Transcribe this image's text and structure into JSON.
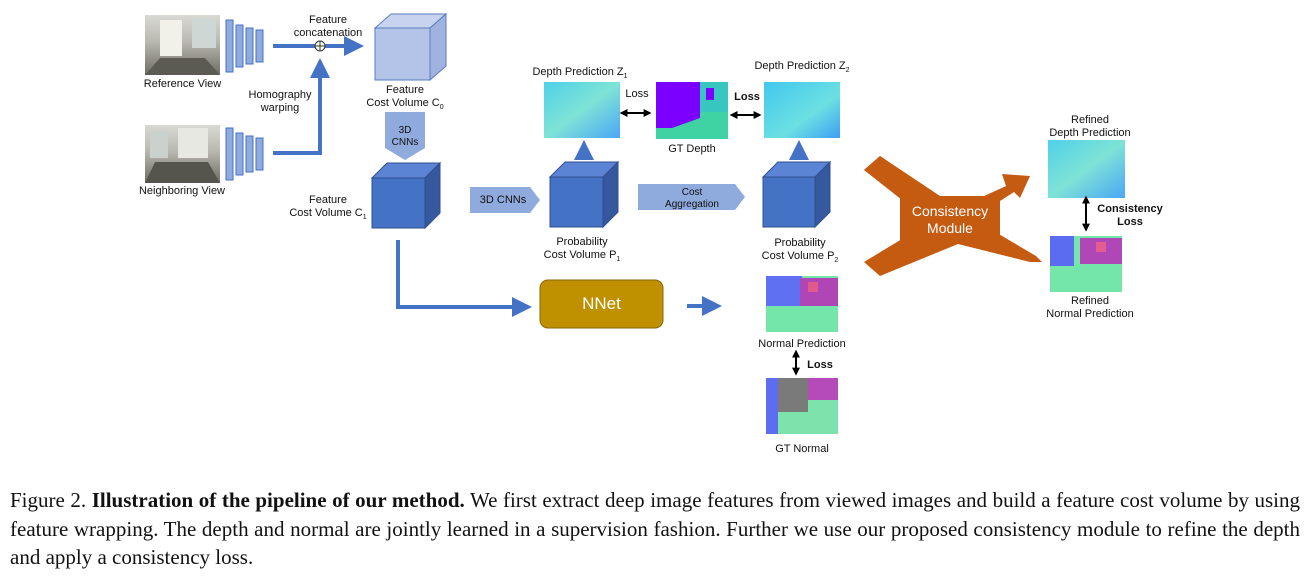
{
  "figure": {
    "inputs": {
      "reference_view": "Reference View",
      "neighboring_view": "Neighboring View",
      "feature_concatenation": "Feature concatenation",
      "feature_concatenation_l1": "Feature",
      "feature_concatenation_l2": "concatenation",
      "homography_l1": "Homography",
      "homography_l2": "warping"
    },
    "cost_volume_c0": {
      "line1": "Feature",
      "line2": "Cost Volume C",
      "sub": "0"
    },
    "cnn_down": {
      "line1": "3D",
      "line2": "CNNs"
    },
    "cost_volume_c1": {
      "line1": "Feature",
      "line2": "Cost Volume C",
      "sub": "1"
    },
    "cnn_right": "3D CNNs",
    "prob_p1": {
      "line1": "Probability",
      "line2": "Cost Volume P",
      "sub": "1"
    },
    "cost_aggregation": {
      "line1": "Cost",
      "line2": "Aggregation"
    },
    "prob_p2": {
      "line1": "Probability",
      "line2": "Cost Volume P",
      "sub": "2"
    },
    "depth_z1": {
      "text": "Depth Prediction Z",
      "sub": "1"
    },
    "depth_z2": {
      "text": "Depth Prediction Z",
      "sub": "2"
    },
    "loss_1": "Loss",
    "loss_2": "Loss",
    "gt_depth": "GT Depth",
    "consistency_module": {
      "line1": "Consistency",
      "line2": "Module"
    },
    "refined_depth": {
      "line1": "Refined",
      "line2": "Depth Prediction"
    },
    "consistency_loss": {
      "line1": "Consistency",
      "line2": "Loss"
    },
    "refined_normal": {
      "line1": "Refined",
      "line2": "Normal Prediction"
    },
    "nnet": "NNet",
    "normal_prediction": "Normal Prediction",
    "loss_3": "Loss",
    "gt_normal": "GT Normal",
    "colors": {
      "cube_blue": "#4472c4",
      "cube_light": "#aabde6",
      "arrow_blue": "#4472c4",
      "nnet_gold": "#bf9000",
      "consistency_orange": "#c55a11",
      "depth_map": "#7fd7e6",
      "normal_green": "#7fe3a8"
    }
  },
  "caption": {
    "prefix": "Figure 2.",
    "bold": "Illustration of the pipeline of our method.",
    "body": "We first extract deep image features from viewed images and build a feature cost volume by using feature wrapping. The depth and normal are jointly learned in a supervision fashion. Further we use our proposed consistency module to refine the depth and apply a consistency loss."
  }
}
